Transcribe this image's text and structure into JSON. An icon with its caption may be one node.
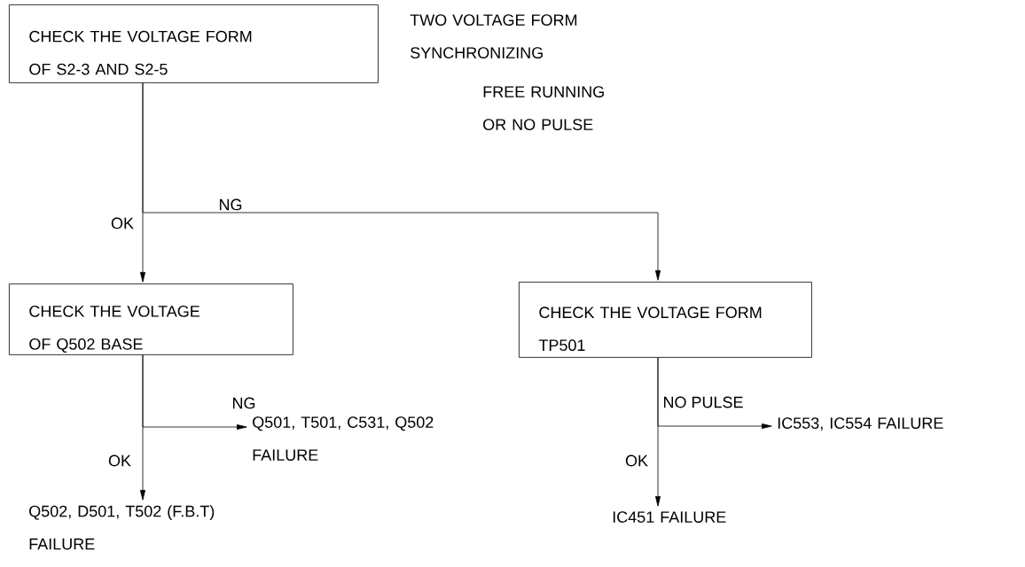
{
  "diagram": {
    "nodes": [
      {
        "text": [
          "CHECK THE VOLTAGE FORM OF S2-3 AND S2-5"
        ]
      },
      {
        "text": [
          "CHECK THE VOLTAGE OF Q502 BASE"
        ]
      },
      {
        "text": [
          "CHECK THE VOLTAGE FORM TP501"
        ]
      },
      {
        "text": [
          "Q501, T501, C531, Q502 FAILURE"
        ]
      },
      {
        "text": [
          "Q502, D501, T502 (F.B.T) FAILURE"
        ]
      },
      {
        "text": [
          "IC553, IC554 FAILURE"
        ]
      },
      {
        "text": [
          "IC451 FAILURE"
        ]
      }
    ],
    "edges": [
      {
        "from": 0,
        "to": 1,
        "arrow": "to",
        "label": "OK"
      },
      {
        "from": 0,
        "to": 2,
        "arrow": "to",
        "label": "NG"
      },
      {
        "from": 1,
        "to": 3,
        "arrow": "to",
        "label": "NG"
      },
      {
        "from": 1,
        "to": 4,
        "arrow": "to",
        "label": "OK"
      },
      {
        "from": 2,
        "to": 5,
        "arrow": "to",
        "label": "NO PULSE"
      },
      {
        "from": 2,
        "to": 6,
        "arrow": "to",
        "label": "OK"
      }
    ],
    "labels": [
      "TWO VOLTAGE FORM SYNCHRONIZING",
      "FREE RUNNING OR NO PULSE"
    ]
  }
}
